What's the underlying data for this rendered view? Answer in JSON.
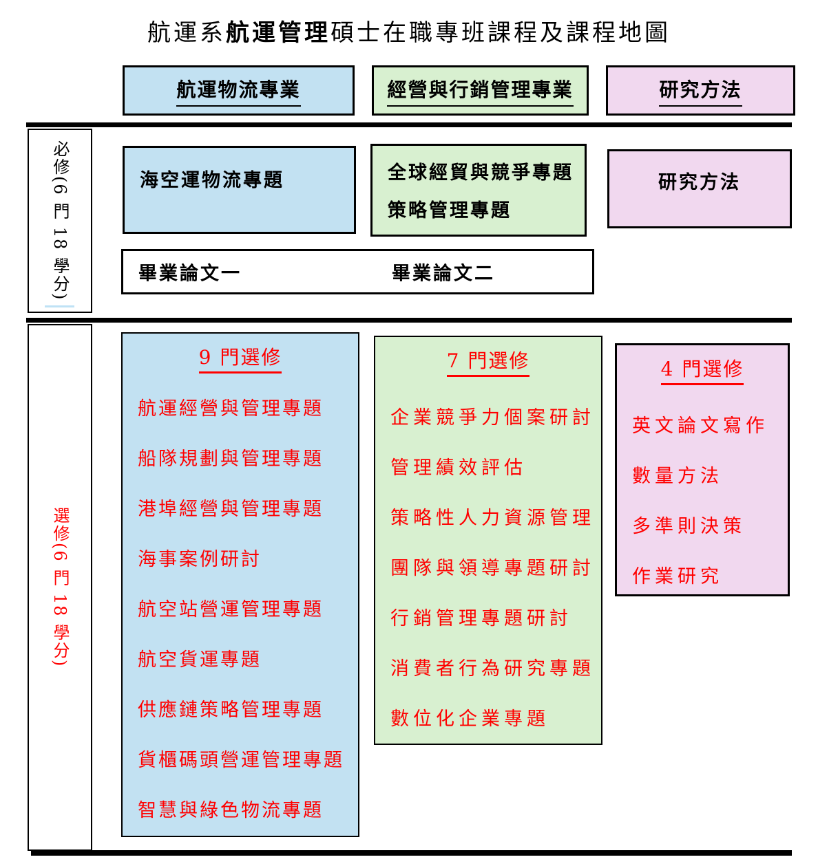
{
  "title": {
    "pre": "航運系",
    "em": "航運管理",
    "post": "碩士在職專班課程及課程地圖"
  },
  "columns": [
    {
      "label": "航運物流專業"
    },
    {
      "label": "經營與行銷管理專業"
    },
    {
      "label": "研究方法"
    }
  ],
  "required": {
    "row_label": "必修(6 門 18 學分)",
    "logistics_course": "海空運物流專題",
    "management_courses": [
      "全球經貿與競爭專題",
      "策略管理專題"
    ],
    "research_course": "研究方法",
    "thesis_1": "畢業論文一",
    "thesis_2": "畢業論文二"
  },
  "elective": {
    "row_label": "選修(6 門 18 學分)",
    "groups": [
      {
        "header": "9 門選修",
        "items": [
          "航運經營與管理專題",
          "船隊規劃與管理專題",
          "港埠經營與管理專題",
          "海事案例研討",
          "航空站營運管理專題",
          "航空貨運專題",
          "供應鏈策略管理專題",
          "貨櫃碼頭營運管理專題",
          "智慧與綠色物流專題"
        ]
      },
      {
        "header": "7 門選修",
        "items": [
          "企業競爭力個案研討",
          "管理績效評估",
          "策略性人力資源管理",
          "團隊與領導專題研討",
          "行銷管理專題研討",
          "消費者行為研究專題",
          "數位化企業專題"
        ]
      },
      {
        "header": "4 門選修",
        "items": [
          "英文論文寫作",
          "數量方法",
          "多準則決策",
          "作業研究"
        ]
      }
    ]
  },
  "colors": {
    "column_blue": "#C2E1F2",
    "column_green": "#D8F0D0",
    "column_pink": "#F1D8EF",
    "elective_text": "#FF0000",
    "border": "#000000"
  }
}
